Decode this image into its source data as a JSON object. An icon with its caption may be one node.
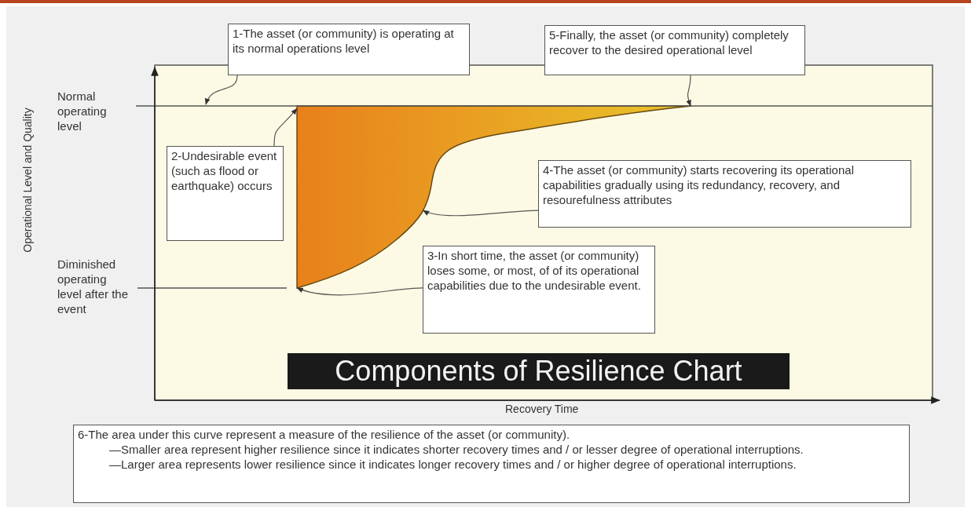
{
  "diagram": {
    "title": "Components of Resilience Chart",
    "nodes": [
      {
        "text": [
          "1-The asset (or community) is operating at its normal operations level"
        ]
      },
      {
        "text": [
          "5-Finally, the asset (or community) completely recover to the desired operational level"
        ]
      },
      {
        "text": [
          "2-Undesirable event (such as flood or earthquake) occurs"
        ]
      },
      {
        "text": [
          "4-The asset (or community) starts recovering its operational capabilities gradually using its redundancy, recovery, and resourefulness attributes"
        ]
      },
      {
        "text": [
          "3-In short time, the asset (or community) loses some, or most, of of its operational capabilities due to the undesirable event."
        ]
      },
      {
        "text": [],
        "shape": "picture"
      },
      {
        "text": [
          "6-The area under this curve represent a measure of the resilience of the asset (or community).",
          "—Smaller area represent higher resilience since it indicates shorter recovery times and / or lesser degree of operational interruptions.",
          "—Larger area represents lower resilience since it indicates longer recovery times and / or higher degree of operational interruptions."
        ]
      }
    ],
    "edges": [
      {
        "from": 0,
        "to": null,
        "arrow": "to"
      },
      {
        "from": 1,
        "to": 5,
        "arrow": "to"
      },
      {
        "from": 2,
        "to": 5,
        "arrow": "to"
      },
      {
        "from": 3,
        "to": 5,
        "arrow": "to"
      },
      {
        "from": 4,
        "to": 5,
        "arrow": "to"
      }
    ],
    "labels": [
      "Normal operating level",
      "Operational Level and Quality",
      "Diminished operating level after the event",
      "Recovery Time"
    ]
  }
}
